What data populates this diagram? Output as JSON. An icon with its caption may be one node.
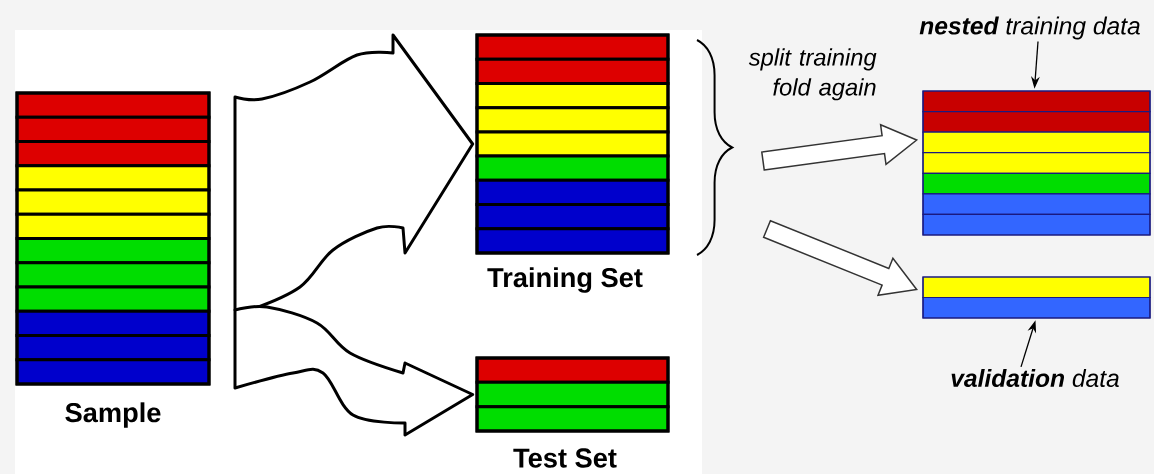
{
  "diagram": {
    "nodes": [
      {
        "text": [
          "Sample"
        ]
      },
      {
        "text": [
          "Training Set"
        ]
      },
      {
        "text": [
          "Test Set"
        ]
      },
      {
        "text": [
          "**nested** training data"
        ]
      },
      {
        "text": [],
        "shape": "box"
      },
      {
        "text": [],
        "shape": "box"
      },
      {
        "text": [
          "**validation** data"
        ]
      }
    ],
    "edges": [
      {
        "from": 0,
        "to": 1,
        "arrow": "to"
      },
      {
        "from": 0,
        "to": 2,
        "arrow": "to"
      },
      {
        "from": null,
        "to": 4,
        "arrow": "to"
      },
      {
        "from": null,
        "to": 5,
        "arrow": "to"
      },
      {
        "from": 3,
        "to": 4,
        "arrow": "to"
      },
      {
        "from": 6,
        "to": 5,
        "arrow": "to"
      }
    ],
    "labels": [
      "split training fold again"
    ]
  }
}
